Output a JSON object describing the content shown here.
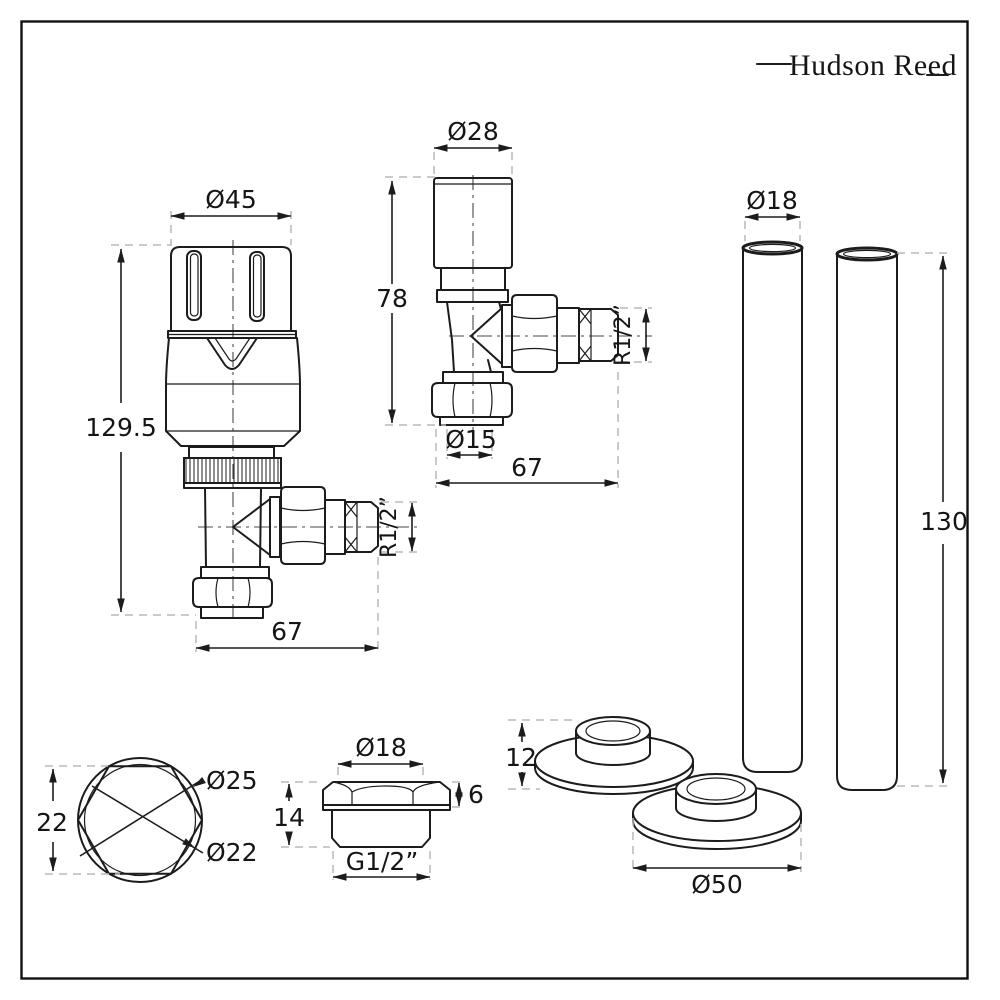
{
  "brand": {
    "logo": "Hudson Reed"
  },
  "thermostatic_valve": {
    "head_diameter": "Ø45",
    "height": "129.5",
    "width": "67",
    "thread": "R1/2”"
  },
  "manual_valve": {
    "cap_diameter": "Ø28",
    "height": "78",
    "tail_diameter": "Ø15",
    "width": "67",
    "thread": "R1/2”"
  },
  "pipes": {
    "diameter": "Ø18",
    "length": "130"
  },
  "nut_detail": {
    "across_flats": "22",
    "diameter_outer": "Ø25",
    "diameter_inner": "Ø22"
  },
  "plug_detail": {
    "diameter": "Ø18",
    "hex_height": "6",
    "height": "14",
    "thread": "G1/2”"
  },
  "collar_detail": {
    "height": "12",
    "diameter": "Ø50"
  }
}
